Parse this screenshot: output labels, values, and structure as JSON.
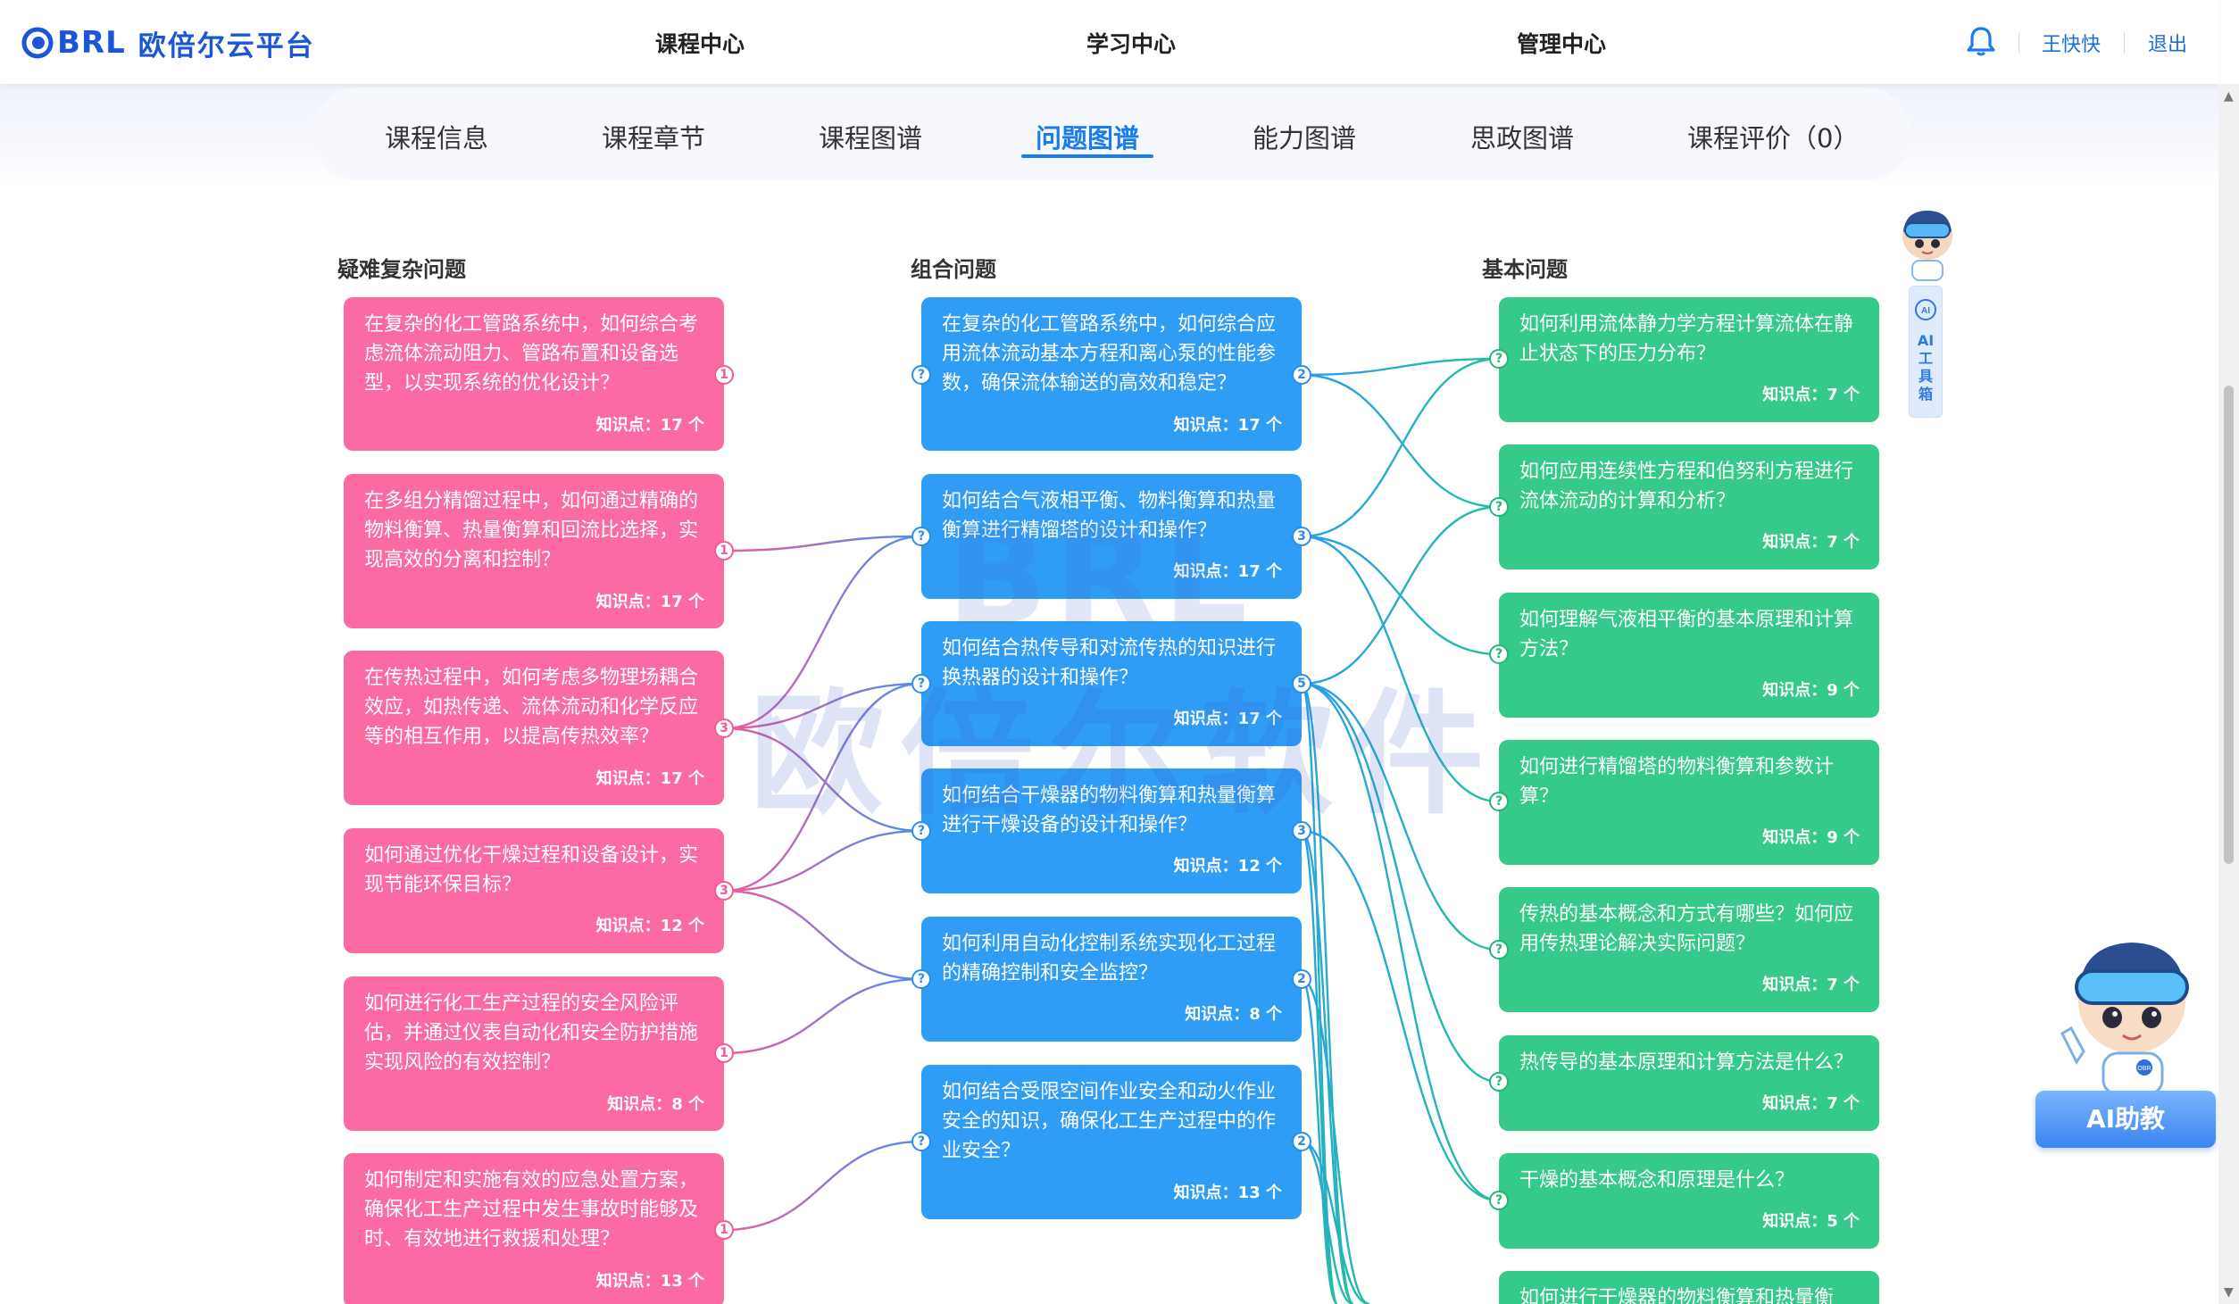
{
  "header": {
    "logo_text": "BRL",
    "platform_name": "欧倍尔云平台",
    "nav": [
      "课程中心",
      "学习中心",
      "管理中心"
    ],
    "user_name": "王快快",
    "logout_label": "退出"
  },
  "tabs": [
    "课程信息",
    "课程章节",
    "课程图谱",
    "问题图谱",
    "能力图谱",
    "思政图谱",
    "课程评价（0）"
  ],
  "active_tab": "问题图谱",
  "columns": {
    "complex": {
      "title": "疑难复杂问题",
      "items": [
        {
          "question": "在复杂的化工管路系统中，如何综合考虑流体流动阻力、管路布置和设备选型，以实现系统的优化设计？",
          "knowledge": "知识点：17 个",
          "links": "1"
        },
        {
          "question": "在多组分精馏过程中，如何通过精确的物料衡算、热量衡算和回流比选择，实现高效的分离和控制？",
          "knowledge": "知识点：17 个",
          "links": "1"
        },
        {
          "question": "在传热过程中，如何考虑多物理场耦合效应，如热传递、流体流动和化学反应等的相互作用，以提高传热效率？",
          "knowledge": "知识点：17 个",
          "links": "3"
        },
        {
          "question": "如何通过优化干燥过程和设备设计，实现节能环保目标？",
          "knowledge": "知识点：12 个",
          "links": "3"
        },
        {
          "question": "如何进行化工生产过程的安全风险评估，并通过仪表自动化和安全防护措施实现风险的有效控制？",
          "knowledge": "知识点：8 个",
          "links": "1"
        },
        {
          "question": "如何制定和实施有效的应急处置方案，确保化工生产过程中发生事故时能够及时、有效地进行救援和处理？",
          "knowledge": "知识点：13 个",
          "links": "1"
        }
      ]
    },
    "combined": {
      "title": "组合问题",
      "items": [
        {
          "question": "在复杂的化工管路系统中，如何综合应用流体流动基本方程和离心泵的性能参数，确保流体输送的高效和稳定？",
          "knowledge": "知识点：17 个",
          "links": "2"
        },
        {
          "question": "如何结合气液相平衡、物料衡算和热量衡算进行精馏塔的设计和操作？",
          "knowledge": "知识点：17 个",
          "links": "3"
        },
        {
          "question": "如何结合热传导和对流传热的知识进行换热器的设计和操作？",
          "knowledge": "知识点：17 个",
          "links": "5"
        },
        {
          "question": "如何结合干燥器的物料衡算和热量衡算进行干燥设备的设计和操作？",
          "knowledge": "知识点：12 个",
          "links": "3"
        },
        {
          "question": "如何利用自动化控制系统实现化工过程的精确控制和安全监控？",
          "knowledge": "知识点：8 个",
          "links": "2"
        },
        {
          "question": "如何结合受限空间作业安全和动火作业安全的知识，确保化工生产过程中的作业安全？",
          "knowledge": "知识点：13 个",
          "links": "2"
        }
      ]
    },
    "basic": {
      "title": "基本问题",
      "items": [
        {
          "question": "如何利用流体静力学方程计算流体在静止状态下的压力分布？",
          "knowledge": "知识点：7 个"
        },
        {
          "question": "如何应用连续性方程和伯努利方程进行流体流动的计算和分析？",
          "knowledge": "知识点：7 个"
        },
        {
          "question": "如何理解气液相平衡的基本原理和计算方法？",
          "knowledge": "知识点：9 个"
        },
        {
          "question": "如何进行精馏塔的物料衡算和参数计算？",
          "knowledge": "知识点：9 个"
        },
        {
          "question": "传热的基本概念和方式有哪些？如何应用传热理论解决实际问题？",
          "knowledge": "知识点：7 个"
        },
        {
          "question": "热传导的基本原理和计算方法是什么？",
          "knowledge": "知识点：7 个"
        },
        {
          "question": "干燥的基本概念和原理是什么？",
          "knowledge": "知识点：5 个"
        },
        {
          "question": "如何进行干燥器的物料衡算和热量衡",
          "knowledge": ""
        }
      ]
    }
  },
  "watermark": {
    "logo": "BRL",
    "text": "欧倍尔软件"
  },
  "ai_toolbox_label": "AI工具箱",
  "ai_toolbox_icon_text": "AI",
  "ai_assistant_label": "AI助教",
  "robot_badge_text": "OBR",
  "connections": {
    "complex_to_combined": [
      [
        0,
        0
      ],
      [
        1,
        1
      ],
      [
        2,
        1
      ],
      [
        2,
        2
      ],
      [
        2,
        3
      ],
      [
        3,
        2
      ],
      [
        3,
        3
      ],
      [
        3,
        4
      ],
      [
        4,
        4
      ],
      [
        5,
        5
      ]
    ],
    "combined_to_basic": [
      [
        0,
        0
      ],
      [
        0,
        1
      ],
      [
        1,
        0
      ],
      [
        1,
        2
      ],
      [
        1,
        3
      ],
      [
        2,
        1
      ],
      [
        2,
        4
      ],
      [
        2,
        5
      ],
      [
        2,
        6
      ],
      [
        2,
        7
      ],
      [
        2,
        8
      ],
      [
        3,
        6
      ],
      [
        3,
        7
      ],
      [
        3,
        8
      ],
      [
        4,
        8
      ],
      [
        4,
        8
      ],
      [
        5,
        8
      ],
      [
        5,
        8
      ]
    ]
  },
  "colors": {
    "complex": "#fb6aa2",
    "combined": "#2f9cf6",
    "basic": "#35c98a",
    "active_tab": "#1b7cf0"
  }
}
